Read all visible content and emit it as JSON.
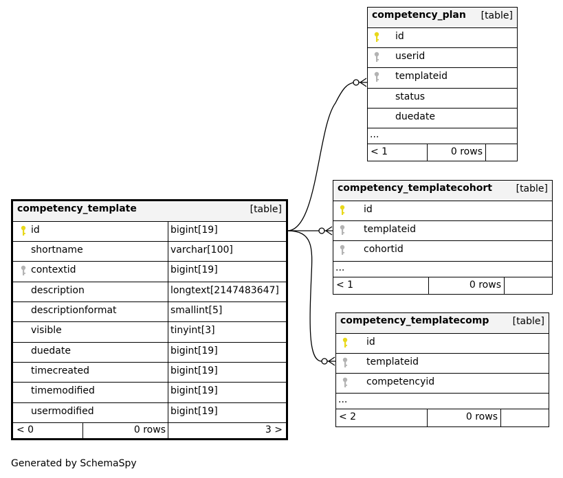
{
  "caption": "Generated by SchemaSpy",
  "colors": {
    "primary_key": "#e8d81a",
    "foreign_key": "#b3b3b3",
    "header_bg": "#f3f3f3"
  },
  "competency_template": {
    "name": "competency_template",
    "kind": "[table]",
    "columns": [
      {
        "name": "id",
        "type": "bigint[19]"
      },
      {
        "name": "shortname",
        "type": "varchar[100]"
      },
      {
        "name": "contextid",
        "type": "bigint[19]"
      },
      {
        "name": "description",
        "type": "longtext[2147483647]"
      },
      {
        "name": "descriptionformat",
        "type": "smallint[5]"
      },
      {
        "name": "visible",
        "type": "tinyint[3]"
      },
      {
        "name": "duedate",
        "type": "bigint[19]"
      },
      {
        "name": "timecreated",
        "type": "bigint[19]"
      },
      {
        "name": "timemodified",
        "type": "bigint[19]"
      },
      {
        "name": "usermodified",
        "type": "bigint[19]"
      }
    ],
    "footer": {
      "parents": "< 0",
      "rows": "0 rows",
      "children": "3 >"
    }
  },
  "competency_plan": {
    "name": "competency_plan",
    "kind": "[table]",
    "columns": [
      "id",
      "userid",
      "templateid",
      "status",
      "duedate"
    ],
    "more": "...",
    "footer": {
      "parents": "< 1",
      "rows": "0 rows"
    }
  },
  "competency_templatecohort": {
    "name": "competency_templatecohort",
    "kind": "[table]",
    "columns": [
      "id",
      "templateid",
      "cohortid"
    ],
    "more": "...",
    "footer": {
      "parents": "< 1",
      "rows": "0 rows"
    }
  },
  "competency_templatecomp": {
    "name": "competency_templatecomp",
    "kind": "[table]",
    "columns": [
      "id",
      "templateid",
      "competencyid"
    ],
    "more": "...",
    "footer": {
      "parents": "< 2",
      "rows": "0 rows"
    }
  }
}
